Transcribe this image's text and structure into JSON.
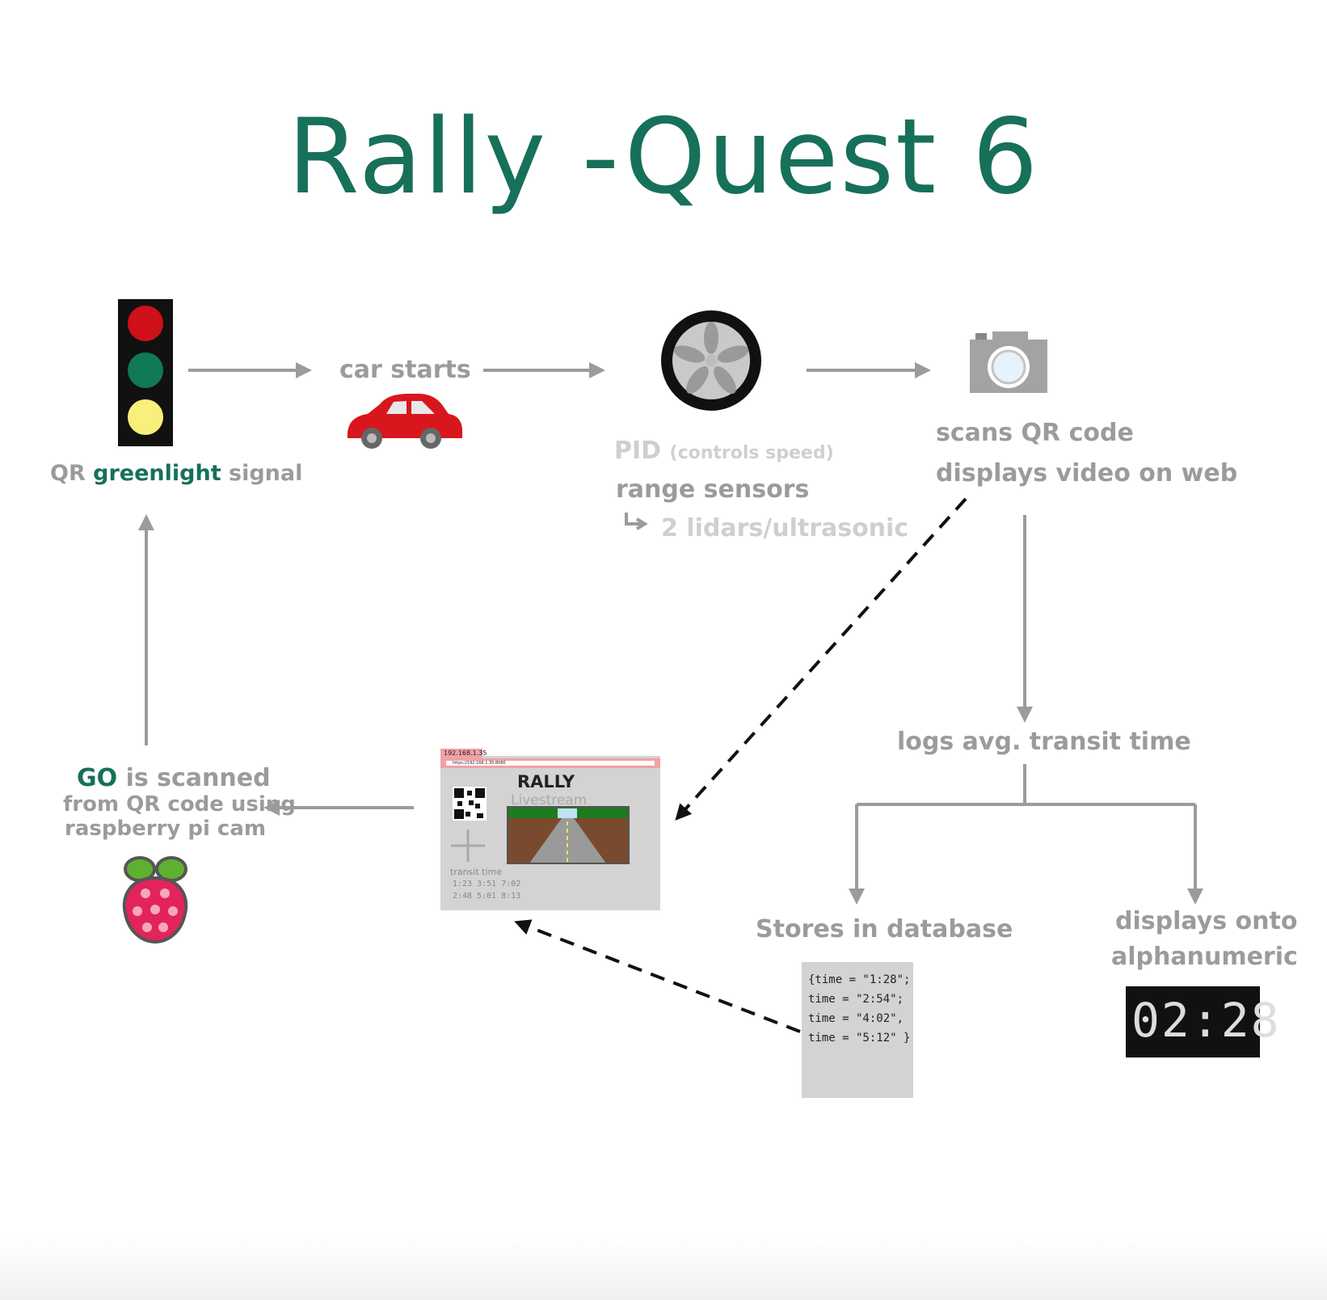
{
  "title": "Rally -Quest 6",
  "nodes": {
    "traffic_light": {
      "label_pre": "QR ",
      "label_highlight": "greenlight",
      "label_post": " signal"
    },
    "car": {
      "label": "car starts"
    },
    "wheel": {
      "pid": "PID",
      "pid_note": "(controls speed)",
      "range": "range sensors",
      "lidar": "2 lidars/ultrasonic"
    },
    "camera": {
      "line1": "scans QR code",
      "line2": "displays video on web"
    },
    "logs": {
      "label": "logs avg. transit time"
    },
    "database": {
      "label": "Stores in database",
      "lines": [
        "{time = \"1:28\";",
        "time = \"2:54\";",
        "time = \"4:02\",",
        "time = \"5:12\" }"
      ]
    },
    "alphanumeric": {
      "line1": "displays onto",
      "line2": "alphanumeric",
      "display": "02:28"
    },
    "browser": {
      "tab": "192.168.1.35",
      "address": "https://192.168.1.35:8080",
      "heading": "RALLY",
      "subheading": "Livestream",
      "transit_label": "transit time",
      "times_row1": "1:23   3:51   7:02",
      "times_row2": "2:48   5:01   8:13"
    },
    "raspberry": {
      "go": "GO",
      "line1": " is scanned",
      "line2": "from QR code using",
      "line3": "raspberry pi cam"
    }
  },
  "colors": {
    "title": "#17705a",
    "arrow": "#9b9b9b",
    "dashed": "#111111",
    "red_light": "#d0101a",
    "green_light": "#0f7a55",
    "yellow_light": "#f8f07a",
    "car": "#d8161d",
    "raspberry": "#e3245a",
    "leaf": "#5fb030"
  }
}
